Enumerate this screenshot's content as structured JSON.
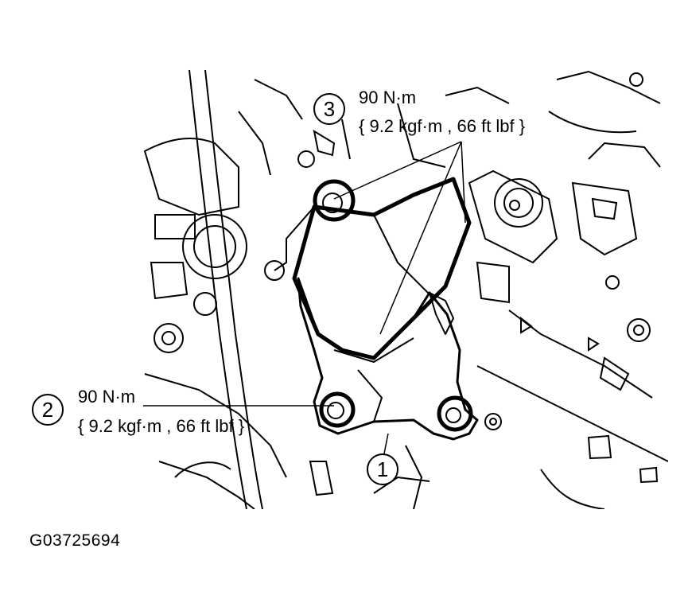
{
  "callouts": [
    {
      "number": "1"
    },
    {
      "number": "2",
      "torque_nm": "90 N·m",
      "torque_alt": "{ 9.2 kgf·m , 66 ft lbf }"
    },
    {
      "number": "3",
      "torque_nm": "90 N·m",
      "torque_alt": "{ 9.2 kgf·m , 66 ft lbf }"
    }
  ],
  "figure_id": "G03725694"
}
